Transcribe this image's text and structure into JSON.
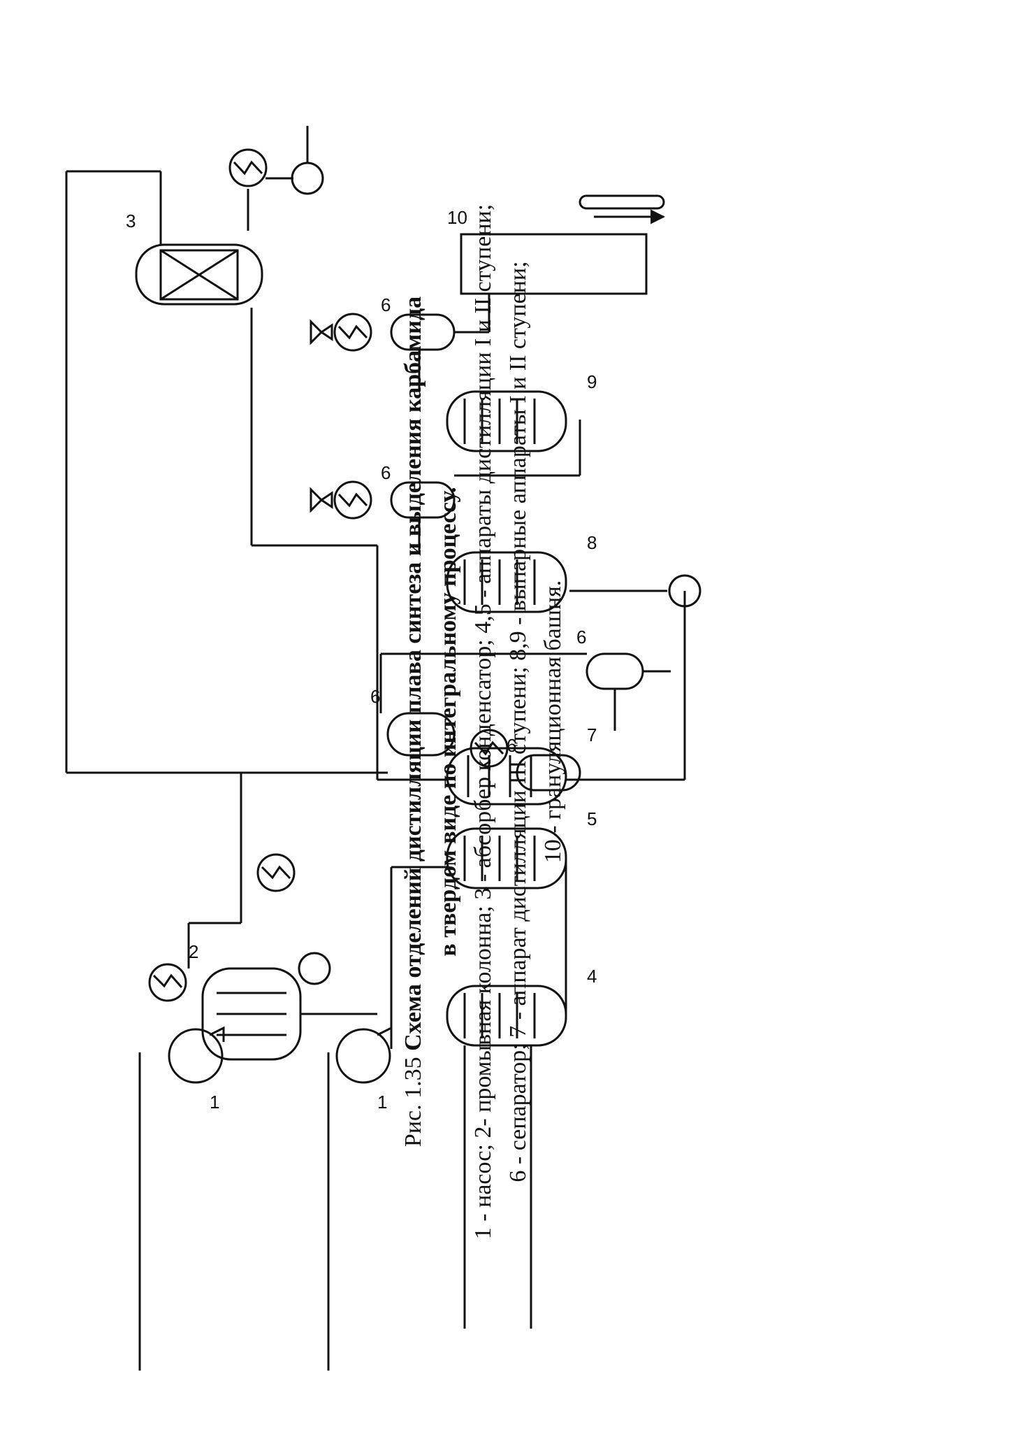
{
  "figure": {
    "caption_number": "Рис. 1.35",
    "caption_title_line1": "Схема отделений дистилляции плава синтеза и выделения карбамида",
    "caption_title_line2": "в твердом виде по интегральному процессу.",
    "legend_line1": "1 - насос; 2- промывная колонна; 3 - абсорбер конденсатор; 4,5 - аппараты дистилляции I и II ступени;",
    "legend_line2": "6 - сепаратор; 7 - аппарат дистилляции III ступени; 8,9 - выпарные аппараты I и II  ступени;",
    "legend_line3": "10 - грануляционная башня."
  },
  "labels": {
    "pump_a": "1",
    "pump_b": "1",
    "wash_column": "2",
    "absorber": "3",
    "dist_1": "4",
    "dist_2": "5",
    "sep_a": "6",
    "sep_b": "6",
    "sep_c": "6",
    "sep_d": "6",
    "sep_e": "6",
    "dist_3": "7",
    "evap_1": "8",
    "evap_2": "9",
    "prill_tower": "10"
  }
}
